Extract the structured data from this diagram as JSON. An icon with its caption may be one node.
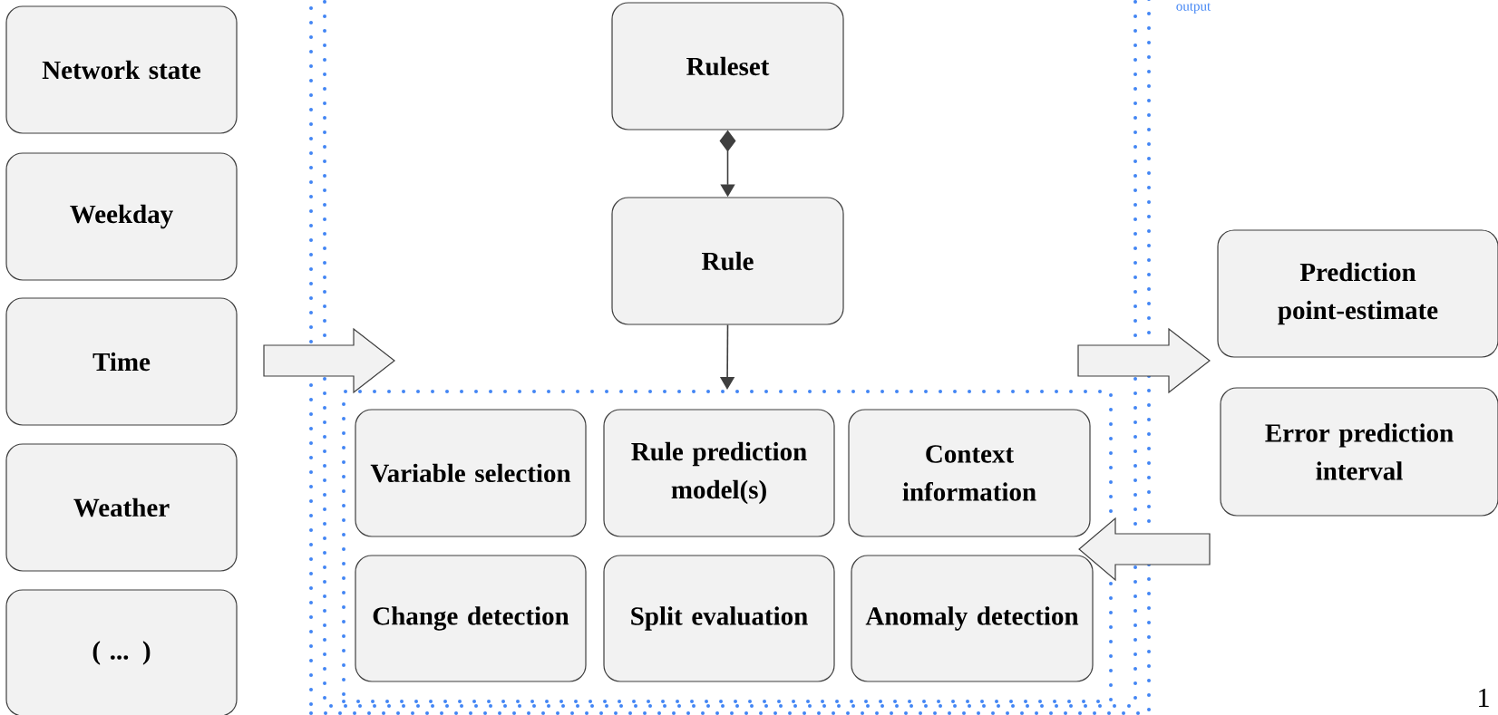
{
  "diagram": {
    "nodes": [
      {
        "text": [
          "Network state"
        ]
      },
      {
        "text": [
          "Weekday"
        ]
      },
      {
        "text": [
          "Time"
        ]
      },
      {
        "text": [
          "Weather"
        ]
      },
      {
        "text": [
          "( ... )"
        ]
      },
      {
        "text": [],
        "shape": "box"
      },
      {
        "text": [
          "Ruleset"
        ],
        "in": 5
      },
      {
        "text": [
          "Rule"
        ],
        "in": 5
      },
      {
        "text": [],
        "shape": "box",
        "in": 5
      },
      {
        "text": [
          "Variable selection"
        ],
        "in": 8
      },
      {
        "text": [
          "Rule prediction model(s)"
        ],
        "in": 8
      },
      {
        "text": [
          "Context information"
        ],
        "in": 8
      },
      {
        "text": [
          "Change detection"
        ],
        "in": 8
      },
      {
        "text": [
          "Split evaluation"
        ],
        "in": 8
      },
      {
        "text": [
          "Anomaly detection"
        ],
        "in": 8
      },
      {
        "text": [
          "Prediction point-estimate"
        ]
      },
      {
        "text": [
          "Error prediction interval"
        ]
      }
    ],
    "edges": [
      {
        "from": 6,
        "to": 7,
        "arrow": "to"
      },
      {
        "from": 7,
        "to": 8,
        "arrow": "to"
      },
      {
        "from": 2,
        "to": 5,
        "arrow": "to",
        "style": "thick"
      },
      {
        "from": 5,
        "to": 15,
        "arrow": "to",
        "style": "thick"
      },
      {
        "from": 16,
        "to": 8,
        "arrow": "to",
        "style": "thick"
      }
    ],
    "labels": [
      "output",
      "1"
    ]
  }
}
